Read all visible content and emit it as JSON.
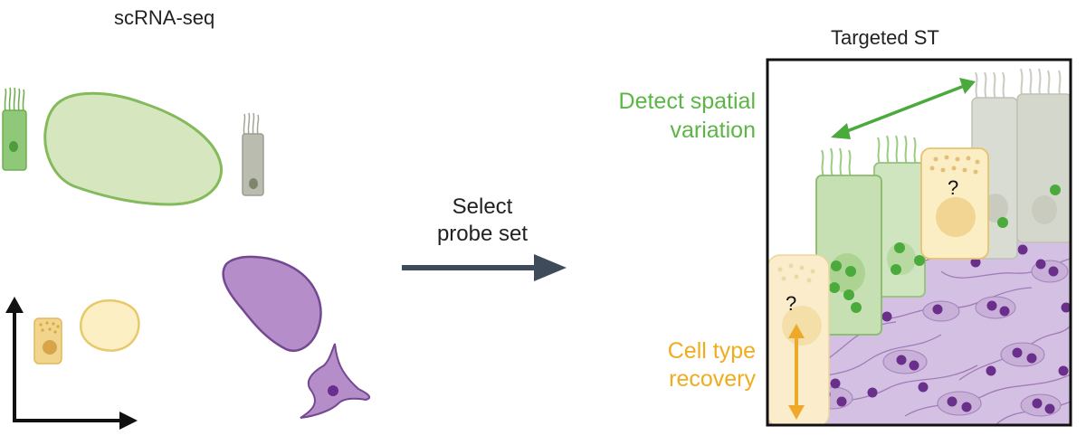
{
  "panels": {
    "left_title": "scRNA-seq",
    "right_title": "Targeted ST"
  },
  "transition": {
    "line1": "Select",
    "line2": "probe set"
  },
  "annotations": {
    "spatial_line1": "Detect spatial",
    "spatial_line2": "variation",
    "recovery_line1": "Cell type",
    "recovery_line2": "recovery",
    "unknown_mark": "?"
  },
  "colors": {
    "green_text": "#5cb645",
    "yellow_text": "#f0ac1f",
    "arrow": "#3f4a5a",
    "green_arrow": "#4aaa3c",
    "yellow_arrow": "#eea92a",
    "purple": "#b392c8",
    "purple_dark": "#6f3f8f",
    "green_fill": "#c9e0b4",
    "green_stroke": "#73ab4d",
    "yellow_fill": "#f5e2a8",
    "grey_fill": "#c8cbbd"
  }
}
